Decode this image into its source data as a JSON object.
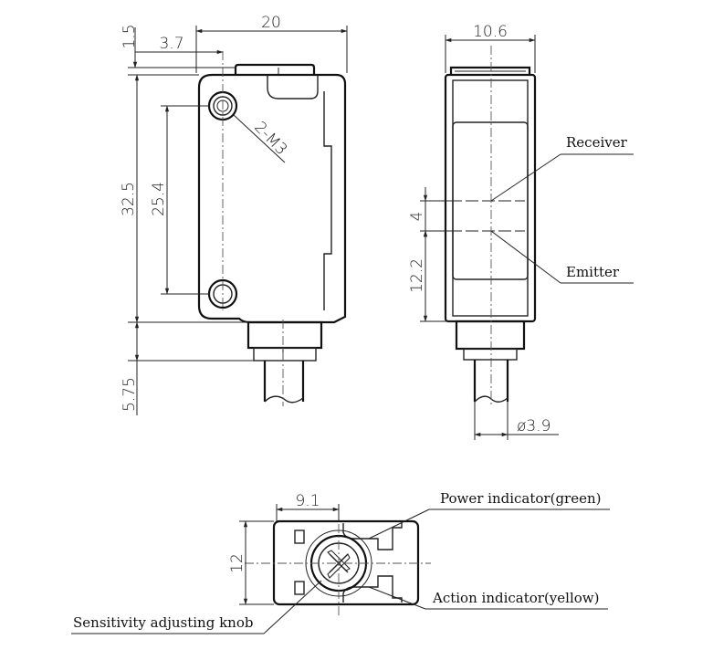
{
  "front_view": {
    "dim_width": "20",
    "dim_top_offset": "1.5",
    "dim_hole_offset": "3.7",
    "dim_height": "32.5",
    "dim_hole_spacing": "25.4",
    "dim_bottom": "5.75",
    "hole_label": "2-M3"
  },
  "side_view": {
    "dim_width": "10.6",
    "dim_lens_gap": "4",
    "dim_emitter_height": "12.2",
    "dim_cable": "ø3.9",
    "receiver_label": "Receiver",
    "emitter_label": "Emitter"
  },
  "bottom_view": {
    "dim_width": "9.1",
    "dim_height": "12",
    "power_indicator_label": "Power indicator(green)",
    "action_indicator_label": "Action indicator(yellow)",
    "knob_label": "Sensitivity adjusting knob"
  }
}
